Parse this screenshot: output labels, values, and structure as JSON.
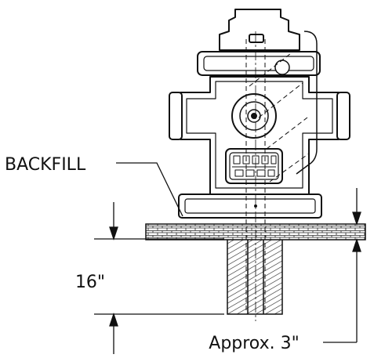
{
  "labels": {
    "backfill": "BACKFILL",
    "depth": "16\"",
    "approx": "Approx. 3\"",
    "plate_line1": "",
    "plate_line2": ""
  },
  "colors": {
    "line": "#111111",
    "background": "#ffffff",
    "hatch": "#222222"
  }
}
